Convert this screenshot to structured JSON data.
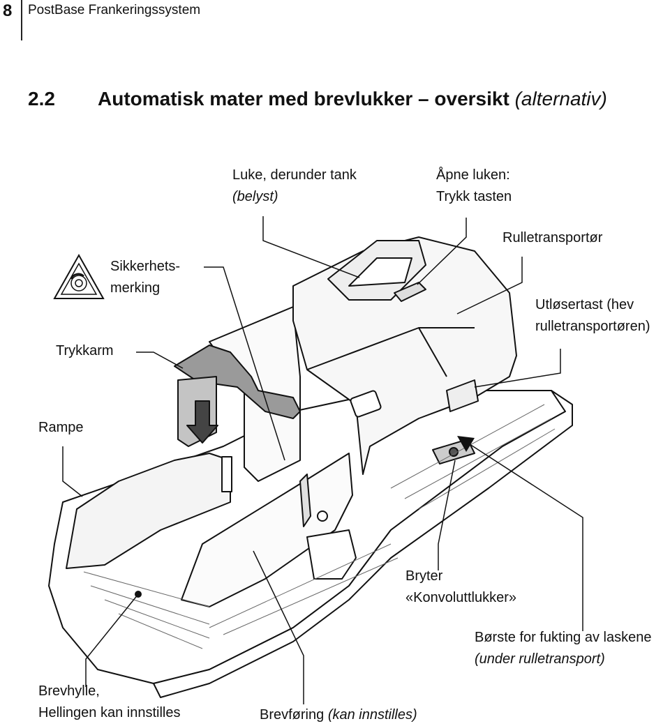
{
  "header": {
    "page_number": "8",
    "doc_title": "PostBase Frankeringssystem"
  },
  "section": {
    "number": "2.2",
    "title": "Automatisk mater med brevlukker – oversikt",
    "title_alt": "(alternativ)"
  },
  "labels": {
    "luke_line1": "Luke, derunder tank",
    "luke_line2": "(belyst)",
    "apne_line1": "Åpne luken:",
    "apne_line2": "Trykk tasten",
    "rulletransportor": "Rulletransportør",
    "sikkerhet_line1": "Sikkerhets-",
    "sikkerhet_line2": "merking",
    "utloser_line1": "Utløsertast (hev",
    "utloser_line2": "rulletransportøren)",
    "trykkarm": "Trykkarm",
    "rampe": "Rampe",
    "bryter_line1": "Bryter",
    "bryter_line2": "«Konvoluttlukker»",
    "borste_line1": "Børste for fukting av laskene",
    "borste_line2": "(under rulletransport)",
    "brevhylle_line1": "Brevhylle,",
    "brevhylle_line2": "Hellingen kan innstilles",
    "brevforing_main": "Brevføring",
    "brevforing_note": "(kan innstilles)"
  },
  "icons": {
    "warning": "rotating-parts-warning-icon"
  }
}
